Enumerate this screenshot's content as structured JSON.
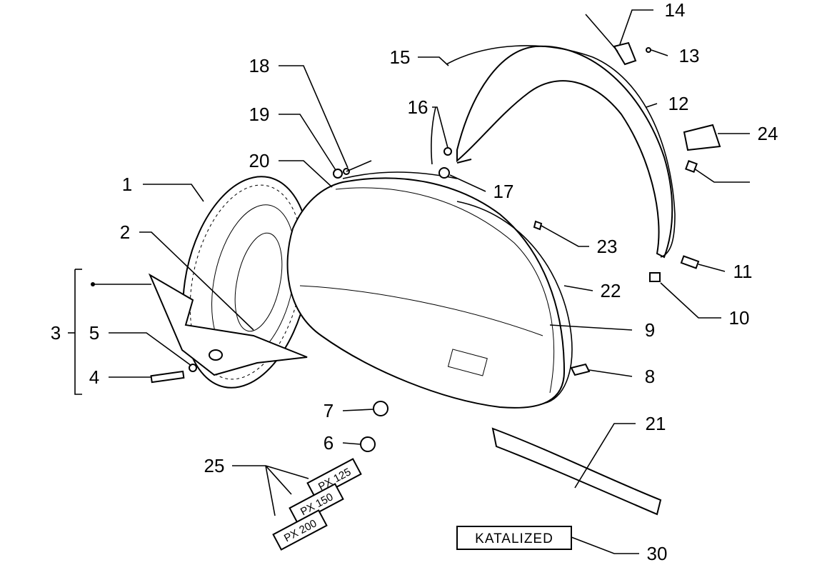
{
  "callouts": {
    "n1": "1",
    "n2": "2",
    "n3": "3",
    "n4": "4",
    "n5": "5",
    "n6": "6",
    "n7": "7",
    "n8": "8",
    "n9": "9",
    "n10": "10",
    "n11": "11",
    "n12": "12",
    "n13": "13",
    "n14": "14",
    "n15": "15",
    "n16": "16",
    "n17": "17",
    "n18": "18",
    "n19": "19",
    "n20": "20",
    "n21": "21",
    "n22": "22",
    "n23": "23",
    "n24": "24",
    "n25": "25",
    "n30": "30"
  },
  "decals": {
    "px125": "PX 125",
    "px150": "PX 150",
    "px200": "PX 200",
    "katalized": "KATALIZED"
  }
}
